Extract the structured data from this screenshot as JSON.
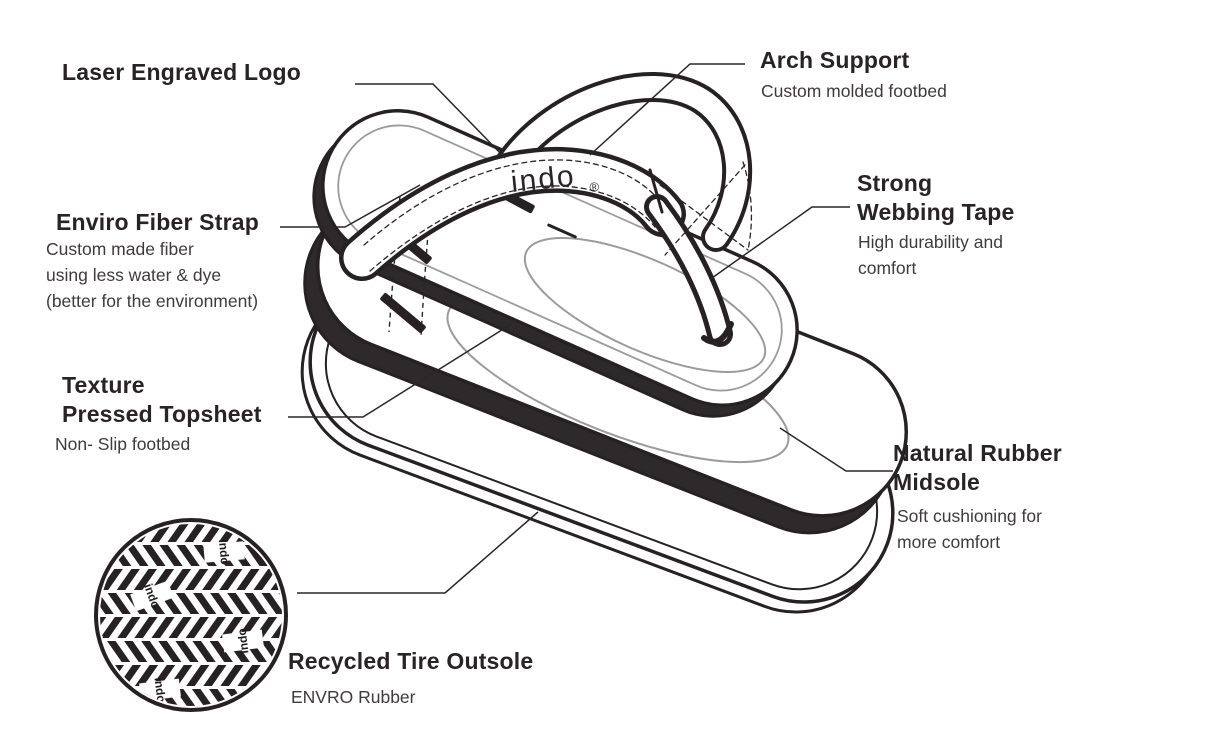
{
  "diagram_title": "Flip-flop sandal exploded feature diagram",
  "illustration": {
    "brand_logo": "indo",
    "registered_mark": "®",
    "tread_text": "indo"
  },
  "callouts": {
    "laser": {
      "title": "Laser Engraved Logo"
    },
    "arch": {
      "title": "Arch Support",
      "line1": "Custom molded footbed"
    },
    "enviro": {
      "title": "Enviro Fiber Strap",
      "line1": "Custom made fiber",
      "line2": "using less water & dye",
      "line3": "(better for the environment)"
    },
    "webbing": {
      "title1": "Strong",
      "title2": "Webbing Tape",
      "line1": "High durability and",
      "line2": "comfort"
    },
    "topsheet": {
      "title1": "Texture",
      "title2": "Pressed Topsheet",
      "line1": "Non- Slip footbed"
    },
    "midsole": {
      "title1": "Natural Rubber",
      "title2": "Midsole",
      "line1": "Soft cushioning for",
      "line2": "more comfort"
    },
    "outsole": {
      "title": "Recycled Tire Outsole",
      "line1": "ENVRO Rubber"
    }
  },
  "colors": {
    "ink": "#262223",
    "dark_fill": "#2e2a2b",
    "gray_line": "#9b9b9b",
    "heading_text": "#282425",
    "body_text": "#3f3b3c",
    "background": "#ffffff"
  }
}
